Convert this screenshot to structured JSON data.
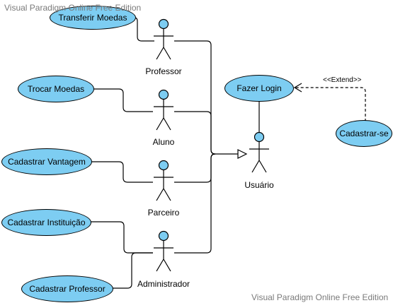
{
  "watermark": {
    "top": "Visual Paradigm Online Free Edition",
    "bottom": "Visual Paradigm Online Free Edition"
  },
  "colors": {
    "usecase_fill": "#7dcdf2",
    "actor_head_fill": "#7dcdf2",
    "line": "#000000"
  },
  "actors": {
    "professor": "Professor",
    "aluno": "Aluno",
    "parceiro": "Parceiro",
    "administrador": "Administrador",
    "usuario": "Usuário"
  },
  "usecases": {
    "transferir_moedas": "Transferir Moedas",
    "trocar_moedas": "Trocar Moedas",
    "cadastrar_vantagem": "Cadastrar Vantagem",
    "cadastrar_instituicao": "Cadastrar Instituição",
    "cadastrar_professor": "Cadastrar Professor",
    "fazer_login": "Fazer Login",
    "cadastrar_se": "Cadastrar-se"
  },
  "relations": {
    "extend_label": "<<Extend>>"
  }
}
